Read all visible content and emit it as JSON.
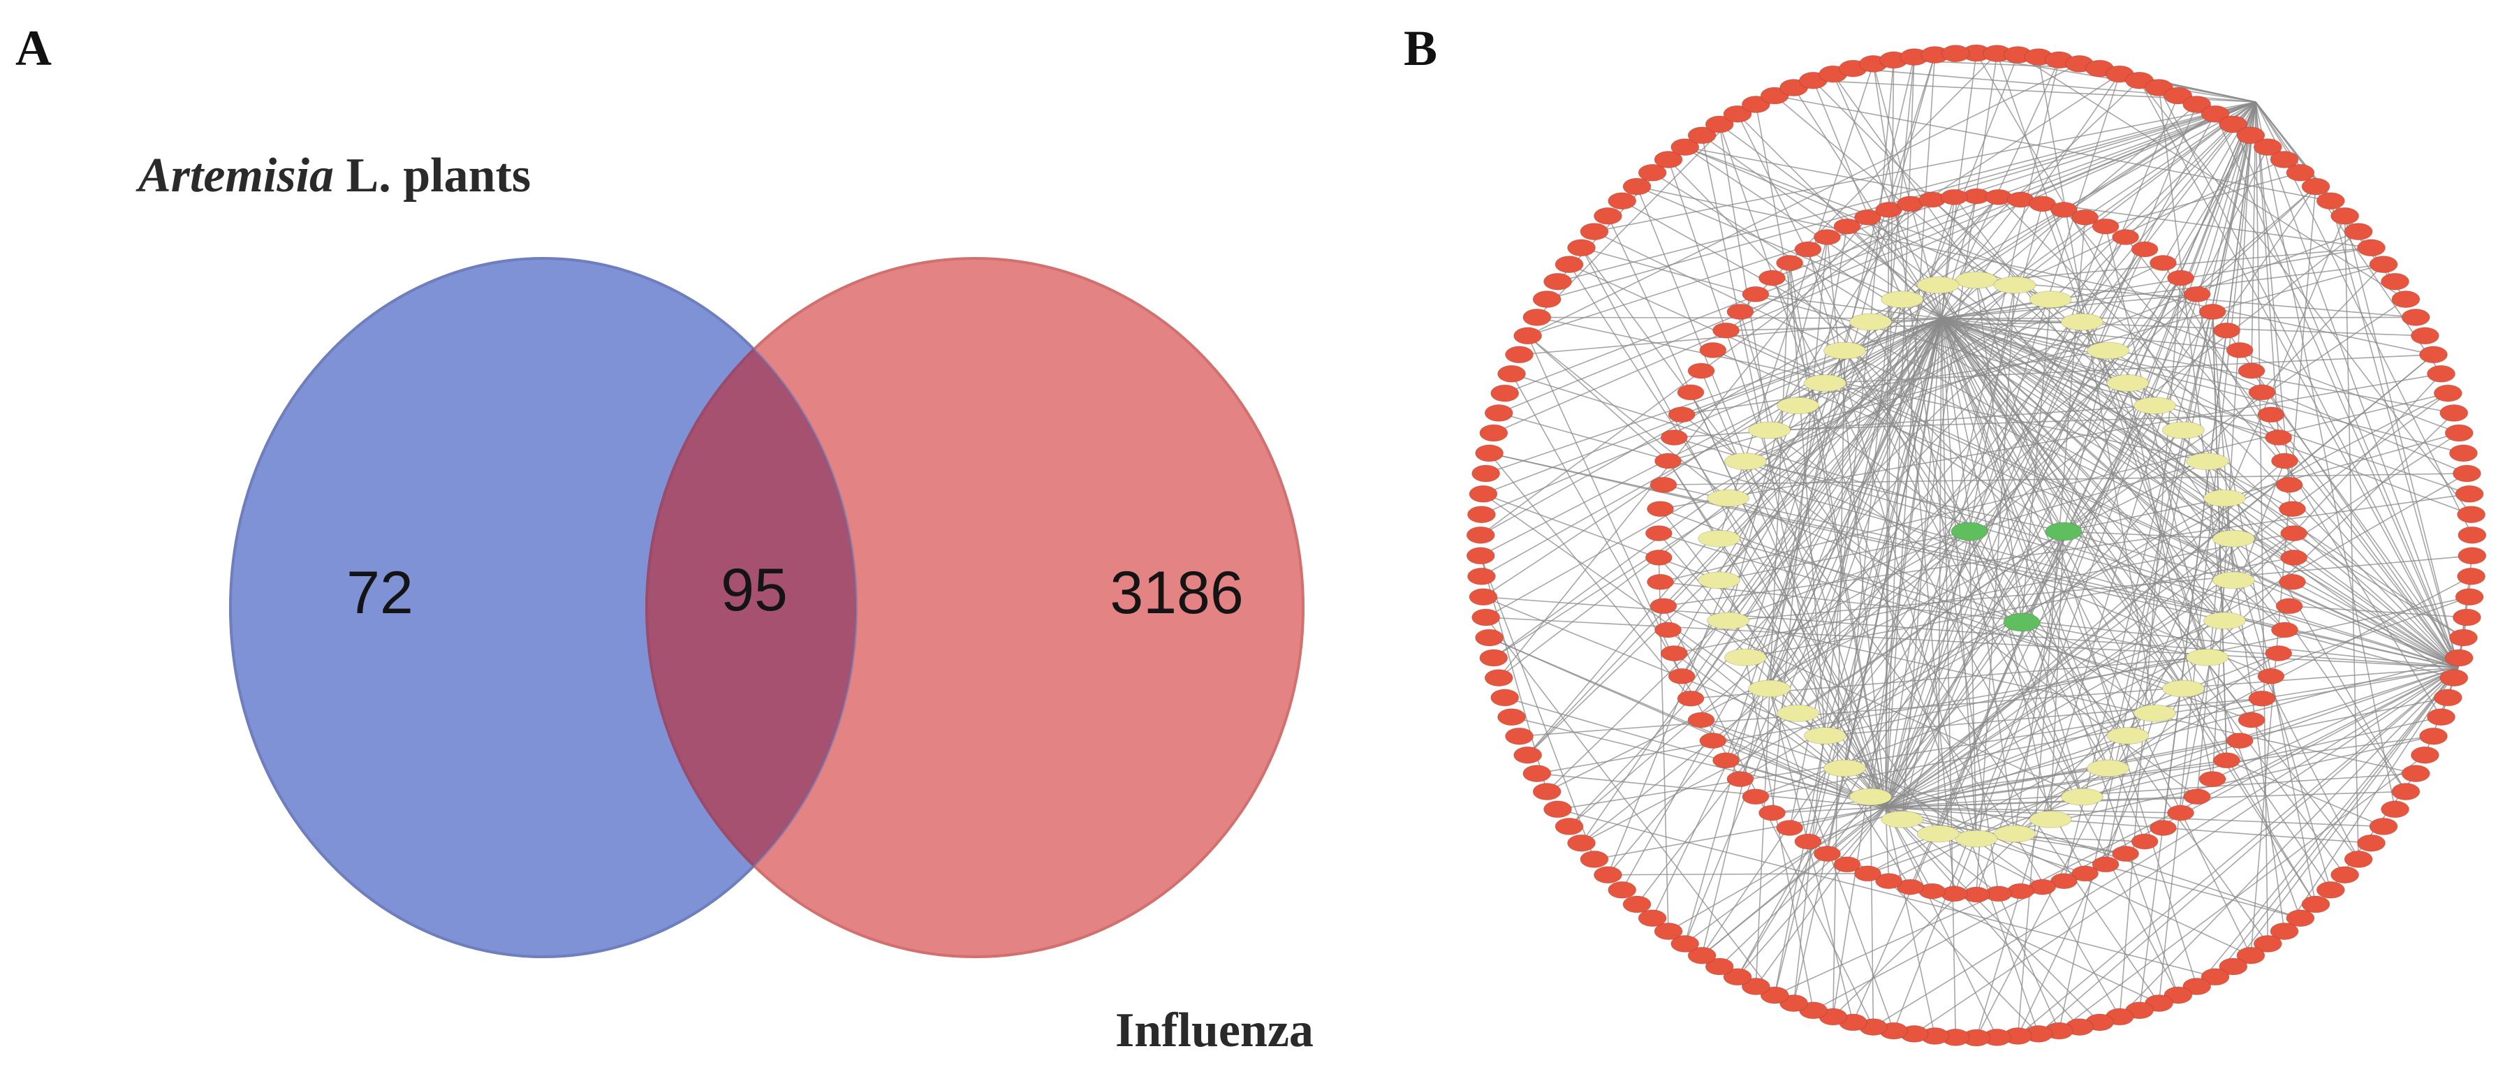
{
  "panel_a": {
    "label": "A",
    "set_left": {
      "name_italic": "Artemisia",
      "name_rest": " L. plants",
      "count": "72",
      "color": "#7b8fd4"
    },
    "intersection": {
      "count": "95",
      "color": "#a5516f"
    },
    "set_right": {
      "name": "Influenza",
      "count": "3186",
      "color": "#e57f7f"
    }
  },
  "panel_b": {
    "label": "B",
    "colors": {
      "outer_nodes": "#e8553f",
      "middle_nodes": "#ecea9f",
      "core_nodes": "#5fbf5f",
      "edges": "#8a8a8a"
    },
    "node_counts": {
      "outer_ring": 150,
      "inner_ring": 90,
      "middle_ring": 42,
      "core": 3
    }
  }
}
